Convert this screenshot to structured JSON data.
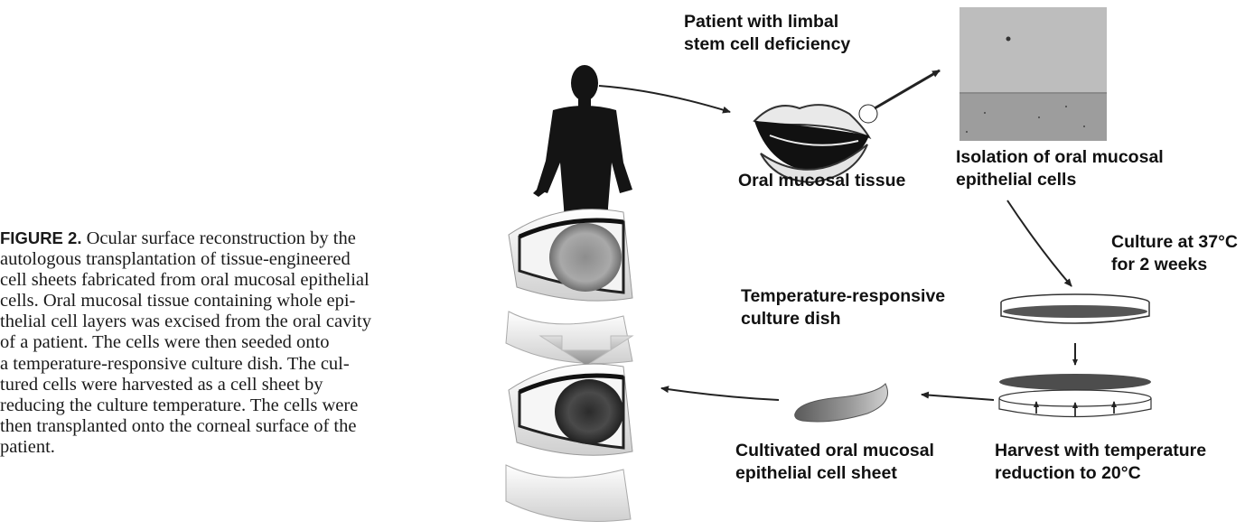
{
  "caption": {
    "figure_label": "FIGURE 2.",
    "lines": [
      "Ocular surface reconstruction by the",
      "autologous transplantation of tissue-engineered",
      "cell sheets fabricated from oral mucosal epithelial",
      "cells. Oral mucosal tissue containing whole epi-",
      "thelial cell layers was excised from the oral cavity",
      "of a patient. The cells were then seeded onto",
      "a temperature-responsive culture dish. The cul-",
      "tured cells were harvested as a cell sheet by",
      "reducing the culture temperature. The cells were",
      "then transplanted onto the corneal surface of the",
      "patient."
    ]
  },
  "figure": {
    "patient_label": [
      "Patient with limbal",
      "stem cell deficiency"
    ],
    "oral_tissue_label": "Oral mucosal tissue",
    "isolation_label": [
      "Isolation of oral mucosal",
      "epithelial cells"
    ],
    "culture_label": [
      "Culture at 37°C",
      "for 2 weeks"
    ],
    "dish_label": [
      "Temperature-responsive",
      "culture dish"
    ],
    "sheet_label": [
      "Cultivated oral mucosal",
      "epithelial cell sheet"
    ],
    "harvest_label": [
      "Harvest with temperature",
      "reduction to 20°C"
    ]
  }
}
